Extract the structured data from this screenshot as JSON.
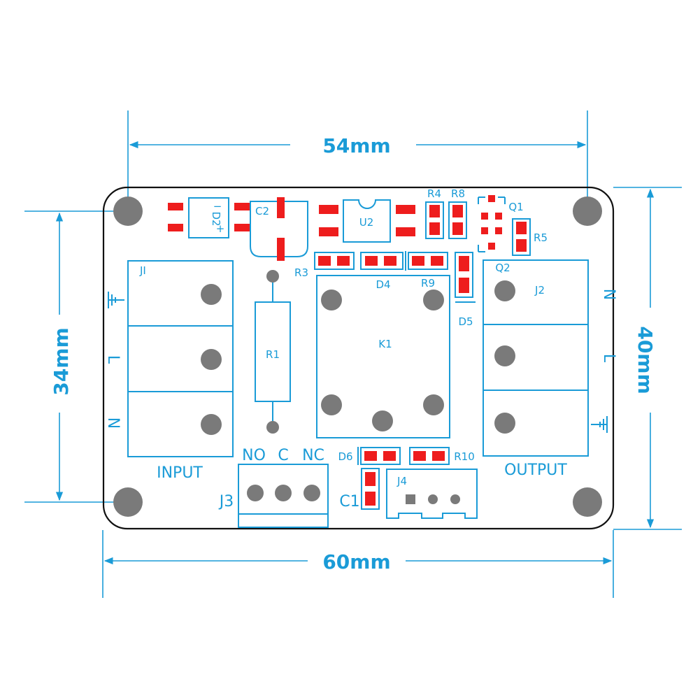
{
  "colors": {
    "accent": "#1a9bd7",
    "pad": "#ee1d1d",
    "hole": "#7a7a7a",
    "board_edge": "#111111"
  },
  "dimensions": {
    "top": "54mm",
    "bottom": "60mm",
    "left": "34mm",
    "right": "40mm"
  },
  "components": {
    "d2": "D2",
    "d2_minus": "−",
    "d2_plus": "+",
    "c2": "C2",
    "u2": "U2",
    "r4": "R4",
    "r8": "R8",
    "q1": "Q1",
    "r5": "R5",
    "r3": "R3",
    "d4": "D4",
    "r9": "R9",
    "d5": "D5",
    "q2": "Q2",
    "j1": "JI",
    "j2": "J2",
    "r1": "R1",
    "k1": "K1",
    "d6": "D6",
    "r10": "R10",
    "c1": "C1",
    "j3": "J3",
    "j4": "J4"
  },
  "terminals": {
    "input_label": "INPUT",
    "output_label": "OUTPUT",
    "left_n": "N",
    "left_l": "L",
    "right_n": "N",
    "right_l": "L",
    "no": "NO",
    "c": "C",
    "nc": "NC"
  }
}
